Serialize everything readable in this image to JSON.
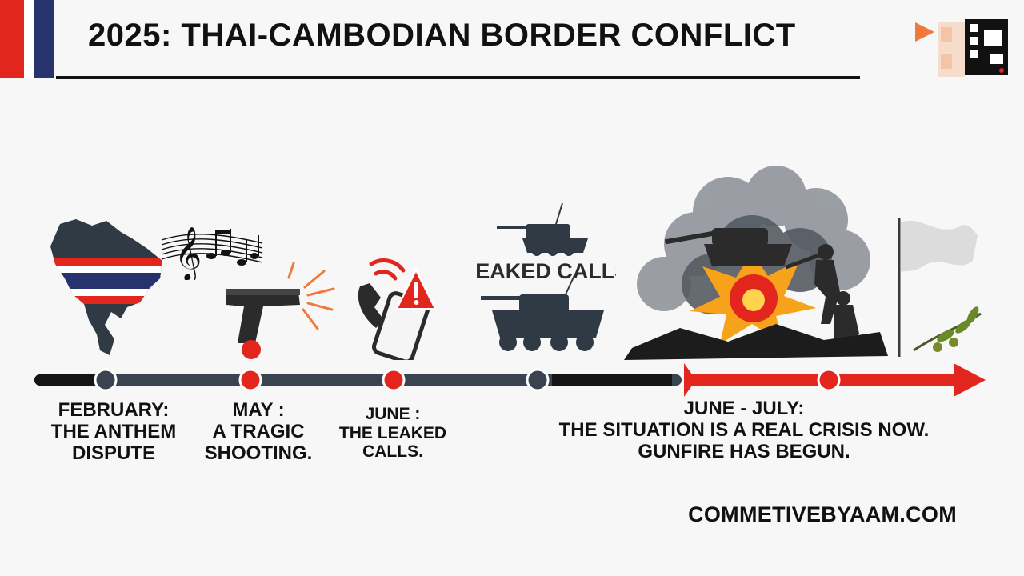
{
  "header": {
    "title": "2025: THAI-CAMBODIAN BORDER CONFLICT"
  },
  "art": {
    "leaked_calls_caption": "LEAKED CALLS"
  },
  "timeline": {
    "events": [
      {
        "lines": [
          "FEBRUARY:",
          "THE ANTHEM",
          "DISPUTE"
        ]
      },
      {
        "lines": [
          "MAY :",
          "A TRAGIC",
          "SHOOTING."
        ]
      },
      {
        "lines": [
          "JUNE :",
          "THE LEAKED",
          "CALLS."
        ]
      },
      {
        "lines": [
          "JUNE - JULY:",
          "THE SITUATION IS A REAL CRISIS NOW.",
          "GUNFIRE HAS BEGUN."
        ]
      }
    ]
  },
  "footer": {
    "site": "COMMETIVEBYAAM.COM"
  },
  "colors": {
    "thai_red": "#e3261d",
    "thai_blue": "#26336e",
    "dark": "#2f3a45",
    "black": "#111111"
  }
}
